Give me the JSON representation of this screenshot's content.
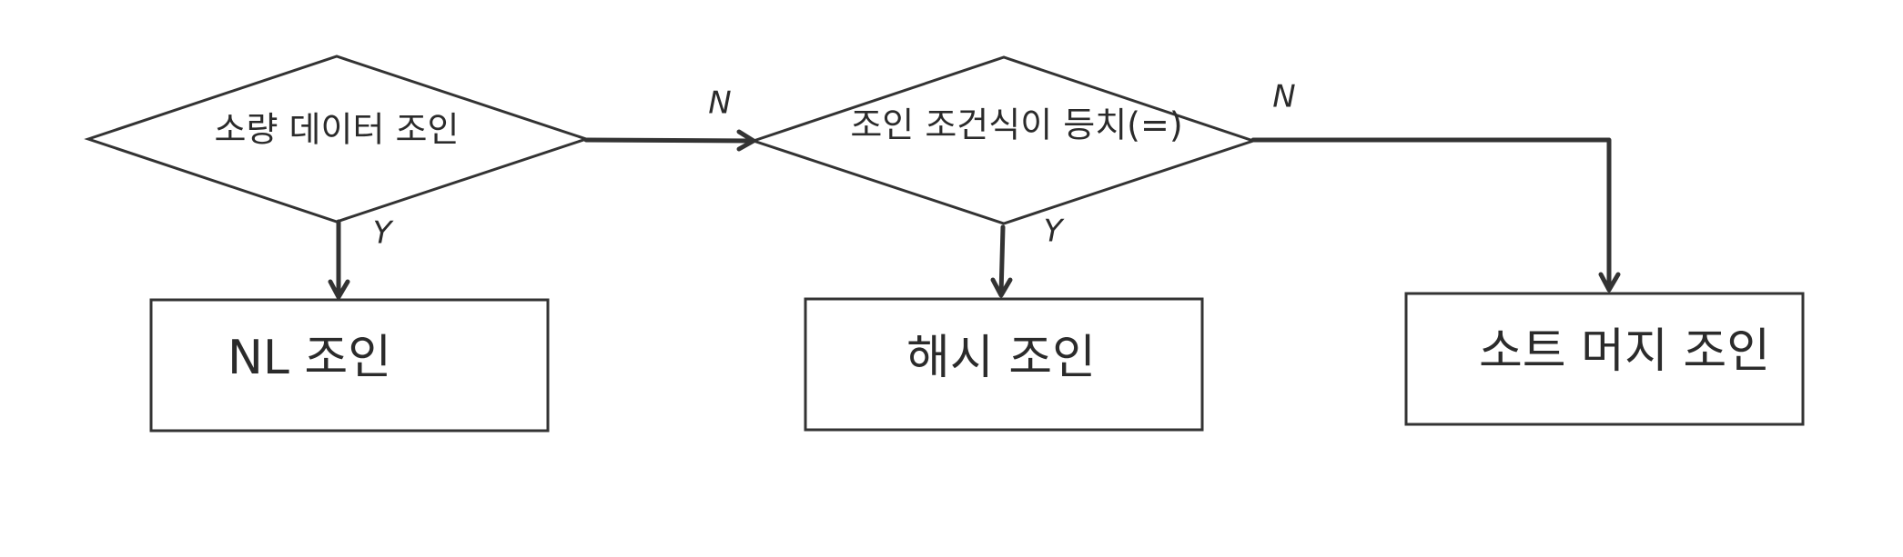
{
  "nodes": {
    "decision_small_data": {
      "label": "소량 데이터 조인"
    },
    "decision_equi_join": {
      "label": "조인 조건식이 등치(=)"
    },
    "nl_join": {
      "label": "NL 조인"
    },
    "hash_join": {
      "label": "해시 조인"
    },
    "sort_merge_join": {
      "label": "소트 머지 조인"
    }
  },
  "edges": [
    {
      "from": "decision_small_data",
      "to": "decision_equi_join",
      "label": "N"
    },
    {
      "from": "decision_small_data",
      "to": "nl_join",
      "label": "Y"
    },
    {
      "from": "decision_equi_join",
      "to": "hash_join",
      "label": "Y"
    },
    {
      "from": "decision_equi_join",
      "to": "sort_merge_join",
      "label": "N"
    }
  ],
  "colors": {
    "stroke": "#333333",
    "text": "#2b2b2b",
    "background": "#ffffff"
  }
}
